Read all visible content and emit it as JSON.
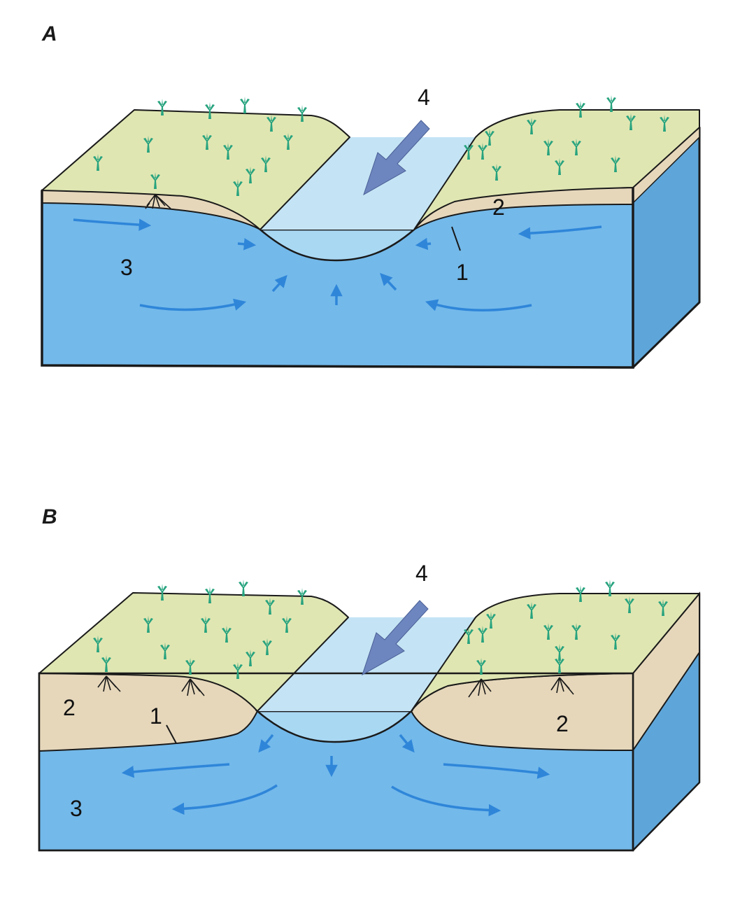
{
  "panels": [
    {
      "letter": "A",
      "labels": {
        "one": "1",
        "two": "2",
        "three": "3",
        "four": "4"
      },
      "groundwater_flow": "toward stream"
    },
    {
      "letter": "B",
      "labels": {
        "one": "1",
        "two": "2",
        "two_right": "2",
        "three": "3",
        "four": "4"
      },
      "groundwater_flow": "away from stream"
    }
  ],
  "colors": {
    "grass": "#e0e6b2",
    "soil": "#e6d7bb",
    "water": "#73b9ea",
    "water_side": "#5ea6da",
    "stream": "#c4e4f5",
    "stream_channel": "#a9d8f3",
    "flow_arrow": "#2f86d9",
    "big_arrow": "#6e86bf",
    "plant": "#27a37e",
    "outline": "#1a1a1a"
  },
  "icons": [
    "plant-icon",
    "roots-icon",
    "flow-arrow-icon",
    "stream-flow-arrow-icon"
  ]
}
